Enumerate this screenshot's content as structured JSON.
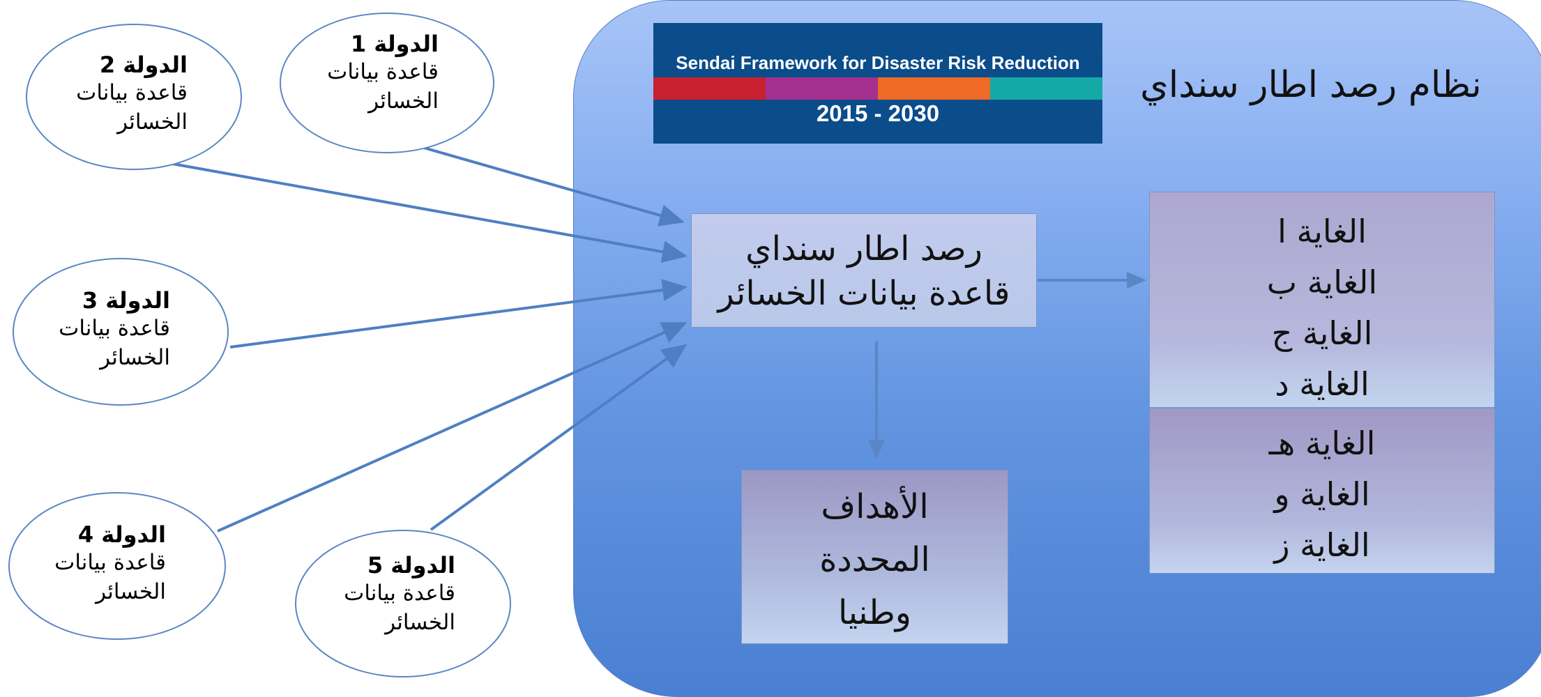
{
  "system_title": "نظام رصد اطار سنداي",
  "logo": {
    "line1": "Sendai Framework for Disaster Risk Reduction",
    "line2": "2015 - 2030",
    "band_colors": [
      "#c8202e",
      "#a5308f",
      "#ee6a25",
      "#14a9a7"
    ]
  },
  "monitor_box": {
    "line1": "رصد اطار سنداي",
    "line2": "قاعدة  بيانات الخسائر"
  },
  "national_box": {
    "line1": "الأهداف",
    "line2": "المحددة",
    "line3": "وطنيا"
  },
  "targets": {
    "group1": [
      "الغاية ا",
      "الغاية ب",
      "الغاية ج",
      "الغاية د"
    ],
    "group2": [
      "الغاية هـ",
      "الغاية و",
      "الغاية ز"
    ]
  },
  "countries": [
    {
      "name": "الدولة 1",
      "db_line1": "قاعدة  بيانات",
      "db_line2": "الخسائر"
    },
    {
      "name": "الدولة 2",
      "db_line1": "قاعدة  بيانات",
      "db_line2": "الخسائر"
    },
    {
      "name": "الدولة 3",
      "db_line1": "قاعدة  بيانات",
      "db_line2": "الخسائر"
    },
    {
      "name": "الدولة 4",
      "db_line1": "قاعدة  بيانات",
      "db_line2": "الخسائر"
    },
    {
      "name": "الدولة 5",
      "db_line1": "قاعدة  بيانات",
      "db_line2": "الخسائر"
    }
  ],
  "colors": {
    "panel": "#6b9be3",
    "arrow": "#4f7fc2",
    "logo_bg": "#0b4c8a"
  }
}
